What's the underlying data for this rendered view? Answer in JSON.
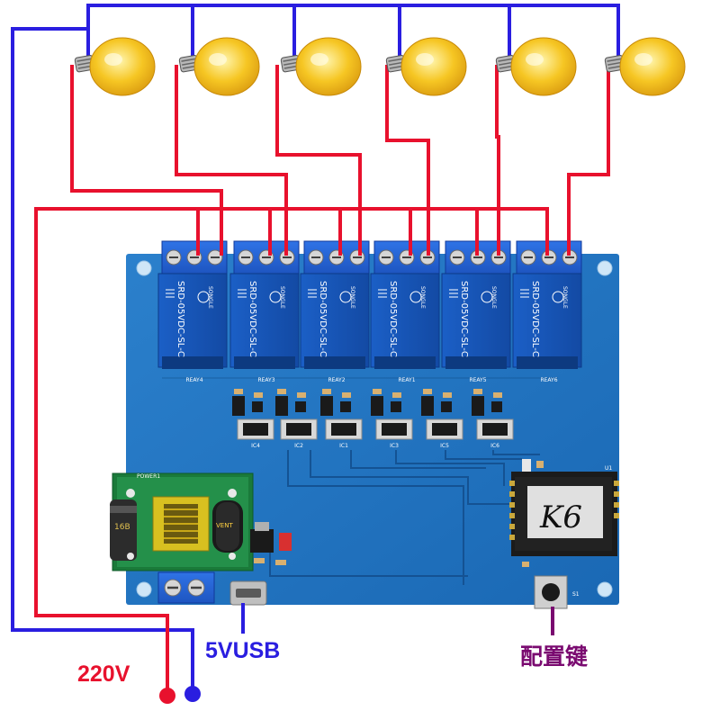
{
  "labels": {
    "mains": "220V",
    "usb": "5VUSB",
    "config_key": "配置键"
  },
  "relays": [
    {
      "label": "REAY4",
      "part": "SRD-05VDC-SL-C",
      "brand": "SONGLE"
    },
    {
      "label": "REAY3",
      "part": "SRD-05VDC-SL-C",
      "brand": "SONGLE"
    },
    {
      "label": "REAY2",
      "part": "SRD-05VDC-SL-C",
      "brand": "SONGLE"
    },
    {
      "label": "REAY1",
      "part": "SRD-05VDC-SL-C",
      "brand": "SONGLE"
    },
    {
      "label": "REAY5",
      "part": "SRD-05VDC-SL-C",
      "brand": "SONGLE"
    },
    {
      "label": "REAY6",
      "part": "SRD-05VDC-SL-C",
      "brand": "SONGLE"
    }
  ],
  "ic_labels": [
    "IC4",
    "IC2",
    "IC1",
    "IC3",
    "IC5",
    "IC6"
  ],
  "module": {
    "handwritten": "K6",
    "label": "U1"
  },
  "power": {
    "label": "POWER1",
    "coil": "16B",
    "cap": "VENT"
  },
  "button_label": "S1",
  "colors": {
    "board": "#1f74c2",
    "board_dark": "#155a9c",
    "terminal": "#2060d8",
    "relay": "#1656b8",
    "wire_red": "#e8112d",
    "wire_blue": "#2a1ee0",
    "bulb": "#f4c020"
  }
}
